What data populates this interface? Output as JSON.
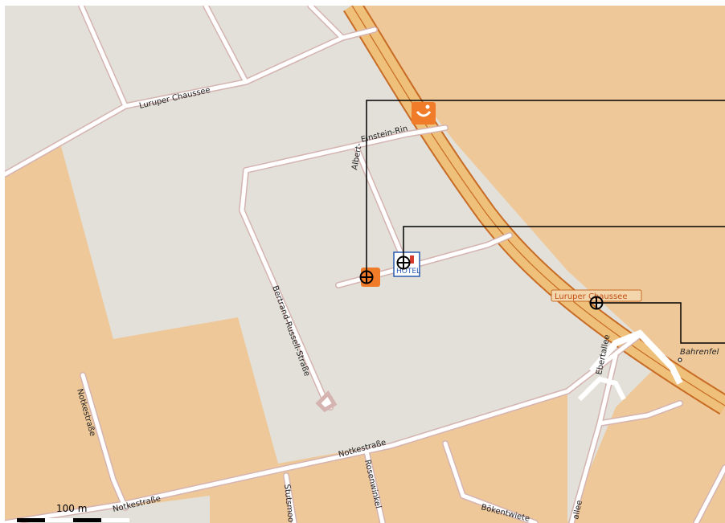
{
  "map": {
    "colors": {
      "background": "#e2e0d9",
      "residential": "#efc899",
      "motorway": "#e9a24c",
      "motorway_casing": "#c86b25",
      "minor_road": "#ffffff",
      "road_casing": "#d5b3b0",
      "callout_line": "#000000",
      "poi_orange": "#f07c2a",
      "hotel_blue": "#2a5bb0"
    },
    "streets": {
      "luruper_chaussee_top": "Luruper Chaussee",
      "albert_einstein_ring_a": "Albert-",
      "albert_einstein_ring_b": "Einstein-Rin",
      "bertrand_russell": "Bertrand-Russell-Straße",
      "notkestrasse_left": "Notkestraße",
      "notkestrasse_bottom": "Notkestraße",
      "notkestrasse_middle": "Notkestraße",
      "stutsmoor": "Stutsmoo",
      "rosenwinkel": "Rosenwinkel",
      "boekentwiete": "Bökentwiete",
      "ebertallee": "Ebertallee",
      "ebertallee_bottom": "allee",
      "bahrenfeld": "Bahrenfel"
    },
    "labels": {
      "luruper_chaussee_tag": "Luruper Chaussee"
    },
    "pois": [
      {
        "name": "travel-agency",
        "icon": "tui-smile-icon"
      },
      {
        "name": "hotel",
        "icon": "hotel-icon",
        "text": "HOTEL"
      },
      {
        "name": "shop",
        "icon": "orange-square-icon"
      }
    ],
    "scale": {
      "label": "100 m"
    }
  }
}
